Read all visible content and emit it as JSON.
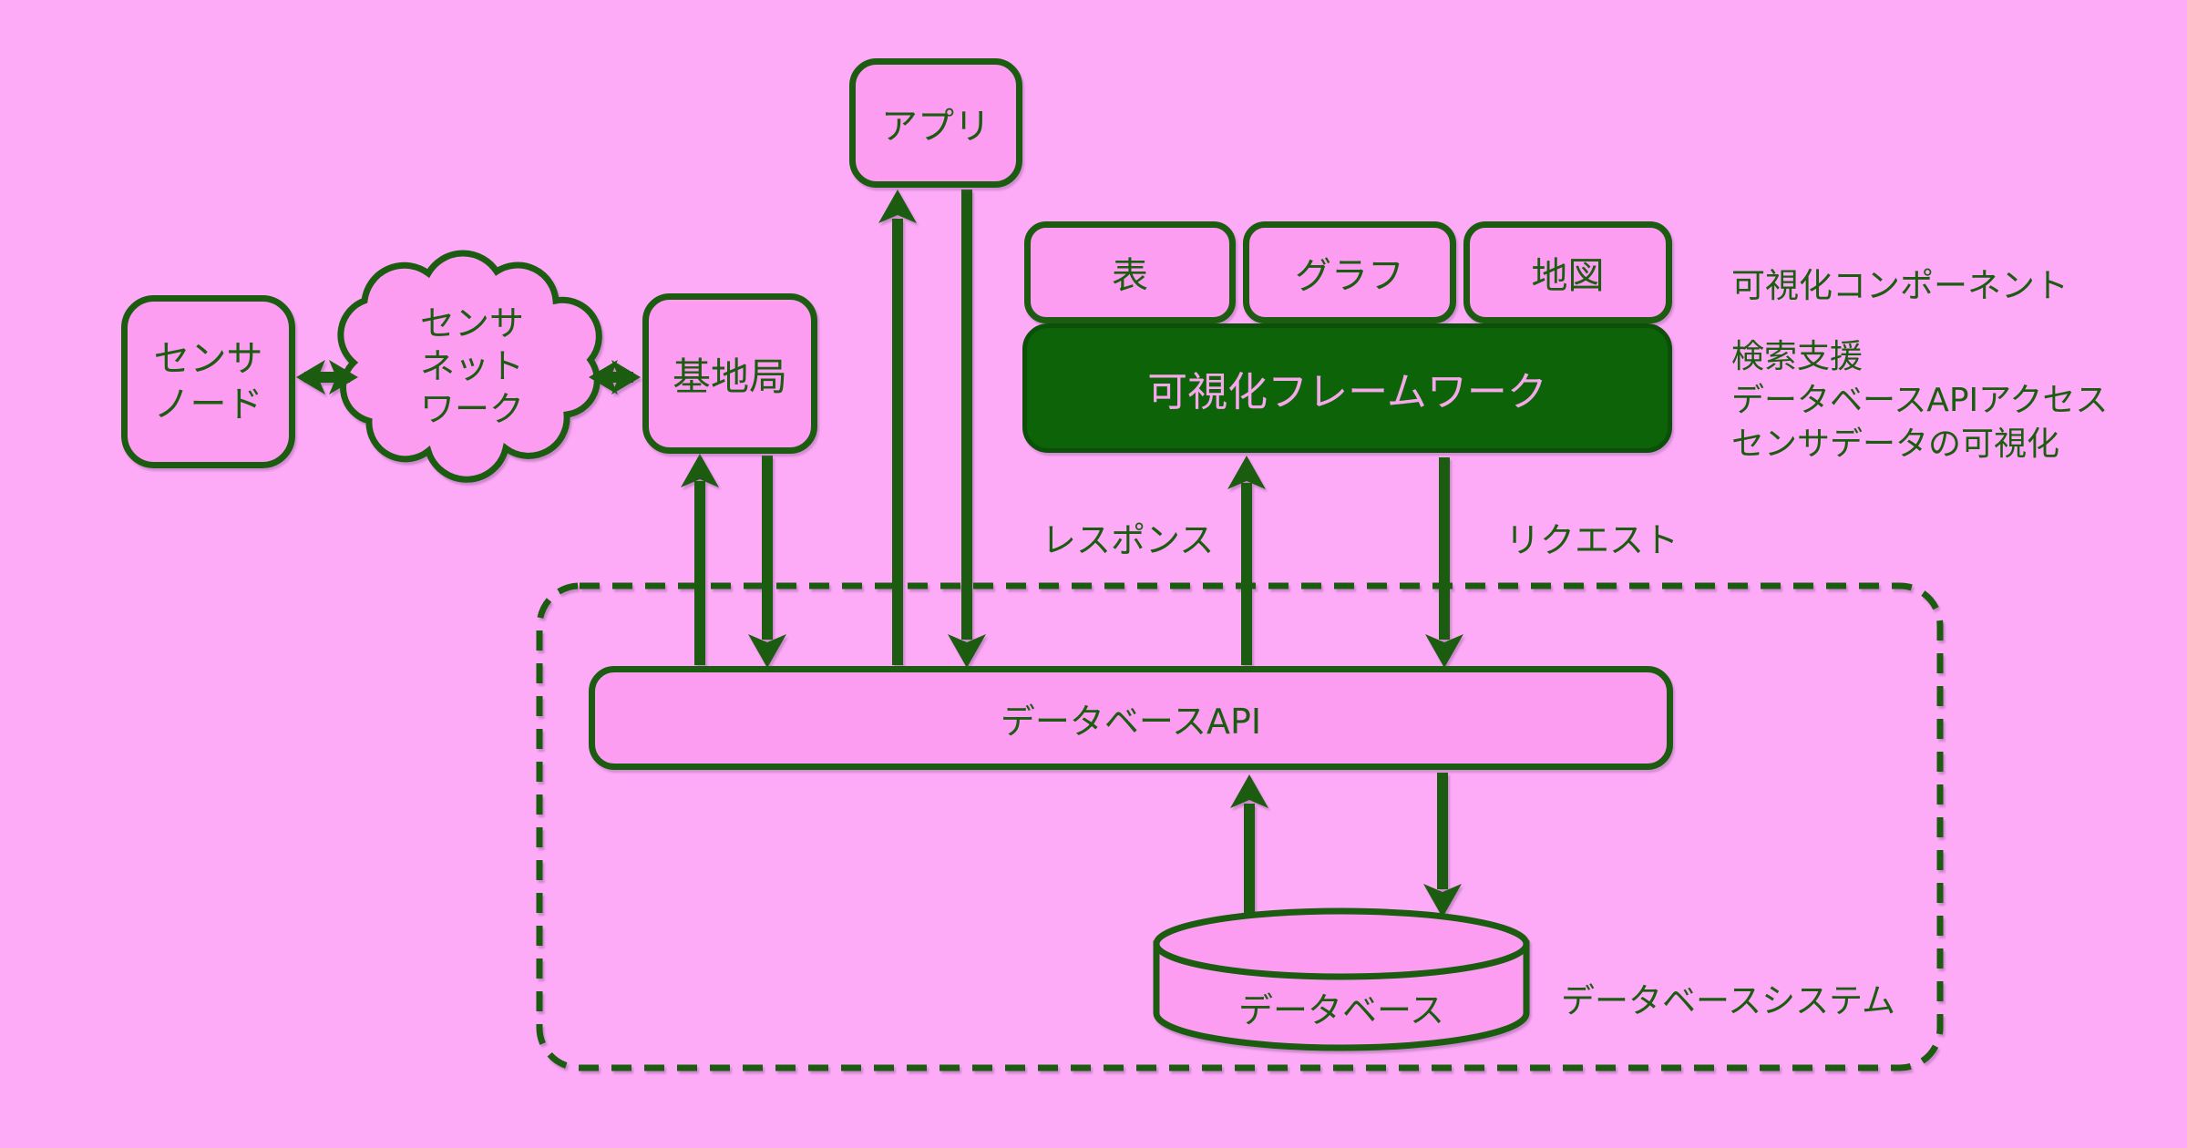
{
  "colors": {
    "background": "#fdaaf7",
    "node_fill": "#fc9df2",
    "line_green": "#1c5c10",
    "framework_bar_fill": "#0d6307",
    "framework_bar_text": "#f5a8ea"
  },
  "nodes": {
    "sensor_node": {
      "line1": "センサ",
      "line2": "ノード"
    },
    "sensor_network_cloud": {
      "line1": "センサ",
      "line2": "ネット",
      "line3": "ワーク"
    },
    "base_station": {
      "label": "基地局"
    },
    "app": {
      "label": "アプリ"
    },
    "components": [
      {
        "label": "表"
      },
      {
        "label": "グラフ"
      },
      {
        "label": "地図"
      }
    ],
    "framework": {
      "label": "可視化フレームワーク"
    },
    "db_api": {
      "label": "データベースAPI"
    },
    "database": {
      "label": "データベース"
    }
  },
  "annotations": {
    "components_note": "可視化コンポーネント",
    "framework_note_1": "検索支援",
    "framework_note_2": "データベースAPIアクセス",
    "framework_note_3": "センサデータの可視化",
    "response_label": "レスポンス",
    "request_label": "リクエスト",
    "system_label": "データベースシステム"
  }
}
